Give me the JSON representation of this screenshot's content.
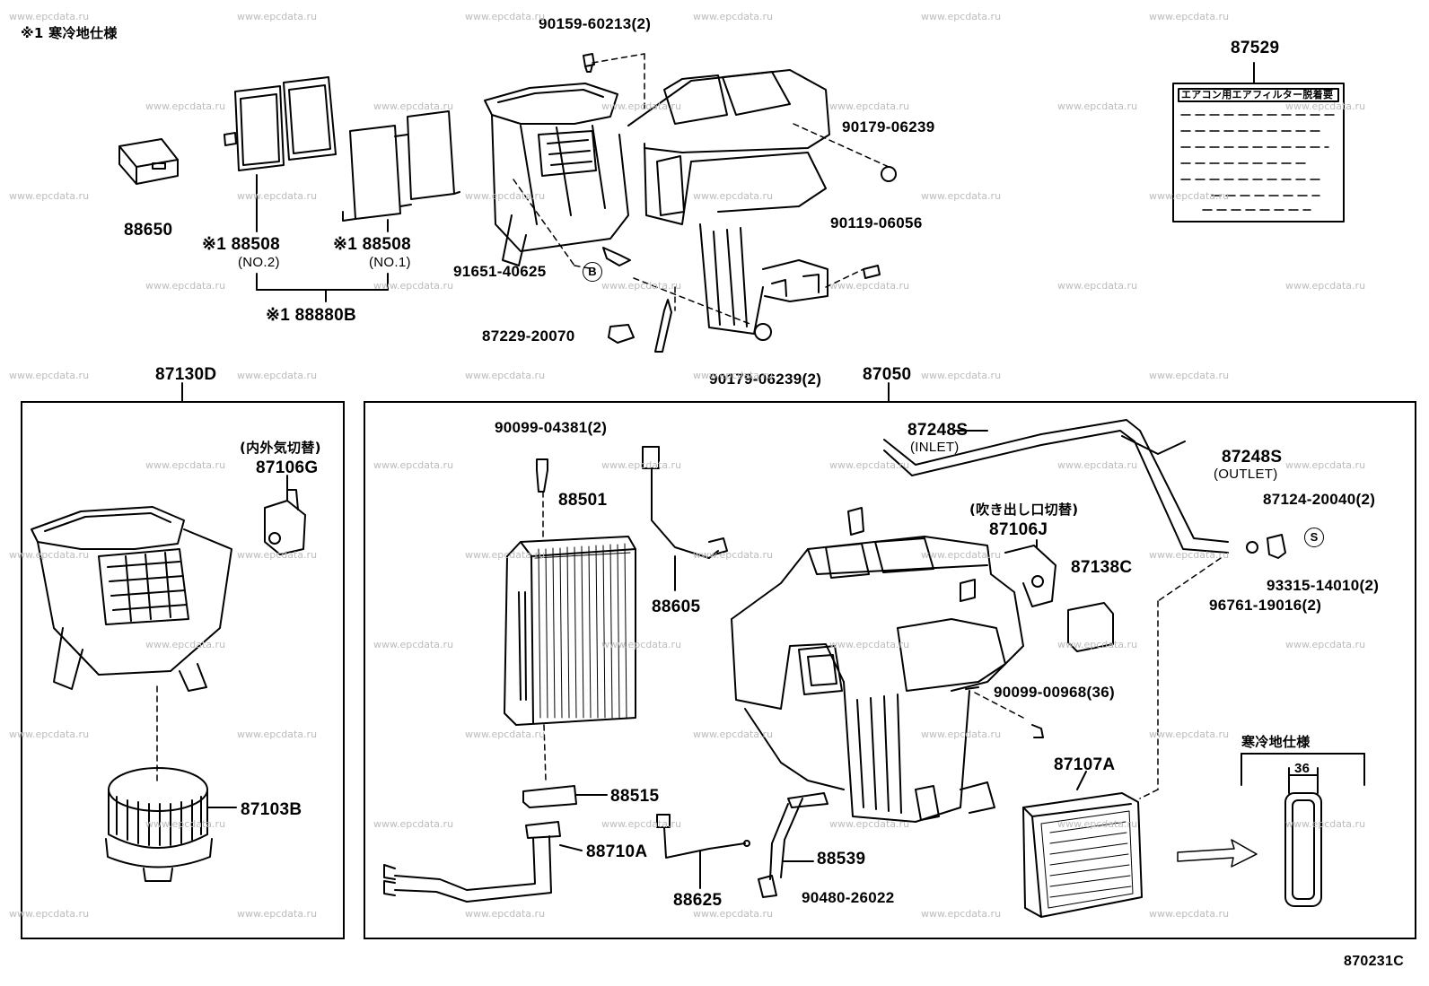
{
  "header": {
    "note_mark": "※1 寒冷地仕様",
    "diagram_code": "870231C"
  },
  "watermark": "www.epcdata.ru",
  "parts": {
    "p90159": "90159-60213(2)",
    "p87529": "87529",
    "p90179a": "90179-06239",
    "p90119": "90119-06056",
    "p88650": "88650",
    "p88508_no2_mark": "※1 88508",
    "p88508_no2_sub": "(NO.2)",
    "p88508_no1_mark": "※1 88508",
    "p88508_no1_sub": "(NO.1)",
    "p88880": "※1 88880B",
    "p91651": "91651-40625",
    "p91651_tag": "B",
    "p87229": "87229-20070",
    "p90179b": "90179-06239(2)",
    "p87130": "87130D",
    "p87050": "87050",
    "p87106g_note": "(内外気切替)",
    "p87106g": "87106G",
    "p87103": "87103B",
    "p90099a": "90099-04381(2)",
    "p88501": "88501",
    "p88605": "88605",
    "p87248_in": "87248S",
    "p87248_in_sub": "(INLET)",
    "p87248_out": "87248S",
    "p87248_out_sub": "(OUTLET)",
    "p87124": "87124-20040(2)",
    "p87106j_note": "(吹き出し口切替)",
    "p87106j": "87106J",
    "p87138": "87138C",
    "p93315": "93315-14010(2)",
    "p93315_tag": "S",
    "p96761": "96761-19016(2)",
    "p90099b": "90099-00968(36)",
    "p88515": "88515",
    "p88710": "88710A",
    "p88625": "88625",
    "p88539": "88539",
    "p90480": "90480-26022",
    "p87107": "87107A",
    "cold_spec": "寒冷地仕様",
    "dim_36": "36"
  },
  "label_sheet": {
    "title": "エアコン用エアフィルター脱着要"
  }
}
